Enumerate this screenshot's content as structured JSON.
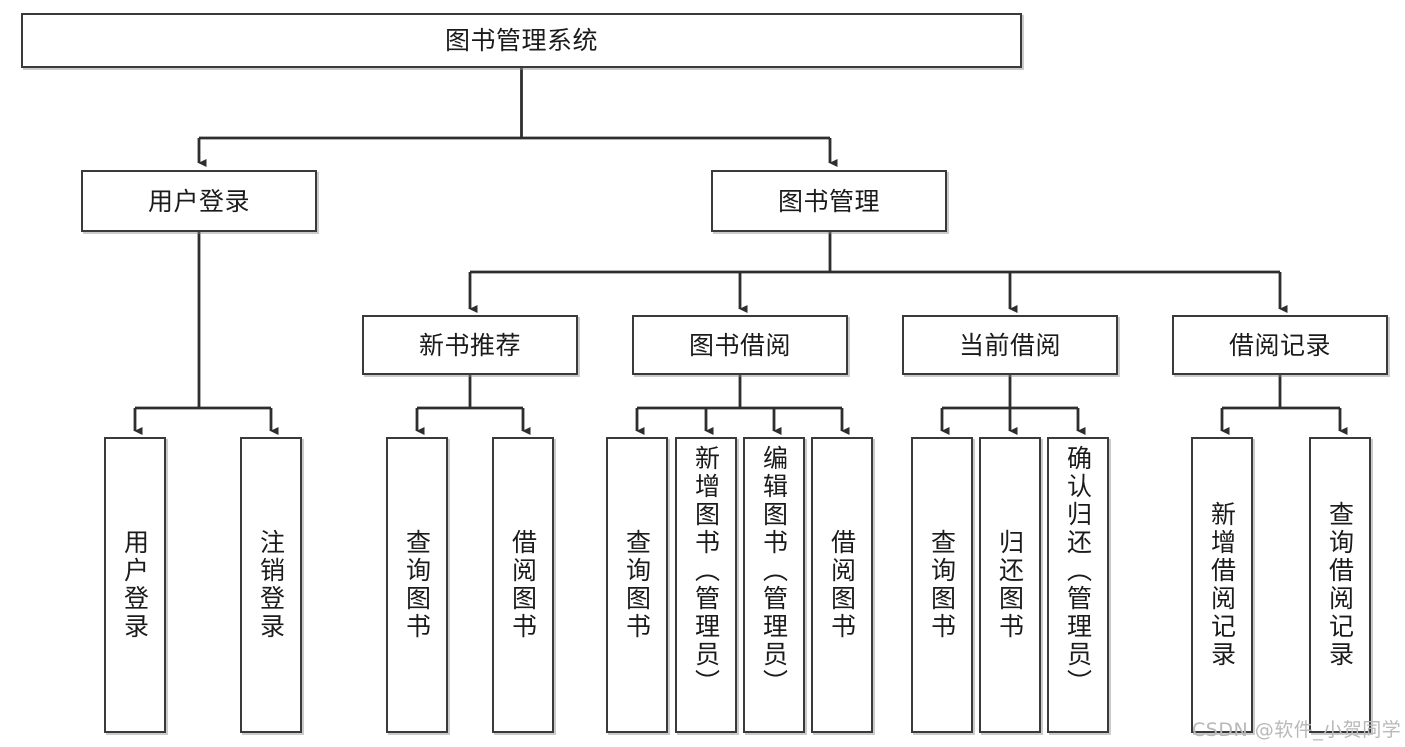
{
  "diagram": {
    "type": "hierarchy-tree",
    "title": "图书管理系统",
    "watermark": "CSDN @软件_小贺同学",
    "colors": {
      "box_border": "#3a3a3a",
      "box_fill": "#ffffff",
      "edge": "#2e2e2e",
      "text": "#1b1b1b",
      "watermark": "#b9b9b9"
    },
    "nodes": {
      "root": {
        "label": "图书管理系统"
      },
      "level2": [
        {
          "label": "用户登录"
        },
        {
          "label": "图书管理"
        }
      ],
      "level3": [
        {
          "label": "新书推荐"
        },
        {
          "label": "图书借阅"
        },
        {
          "label": "当前借阅"
        },
        {
          "label": "借阅记录"
        }
      ],
      "leaves": {
        "user_login": [
          {
            "label": "用户登录"
          },
          {
            "label": "注销登录"
          }
        ],
        "new_book_recommend": [
          {
            "label": "查询图书"
          },
          {
            "label": "借阅图书"
          }
        ],
        "book_borrow": [
          {
            "label": "查询图书"
          },
          {
            "label": "新增图书（管理员）"
          },
          {
            "label": "编辑图书（管理员）"
          },
          {
            "label": "借阅图书"
          }
        ],
        "current_borrow": [
          {
            "label": "查询图书"
          },
          {
            "label": "归还图书"
          },
          {
            "label": "确认归还（管理员）"
          }
        ],
        "borrow_record": [
          {
            "label": "新增借阅记录"
          },
          {
            "label": "查询借阅记录"
          }
        ]
      }
    }
  }
}
